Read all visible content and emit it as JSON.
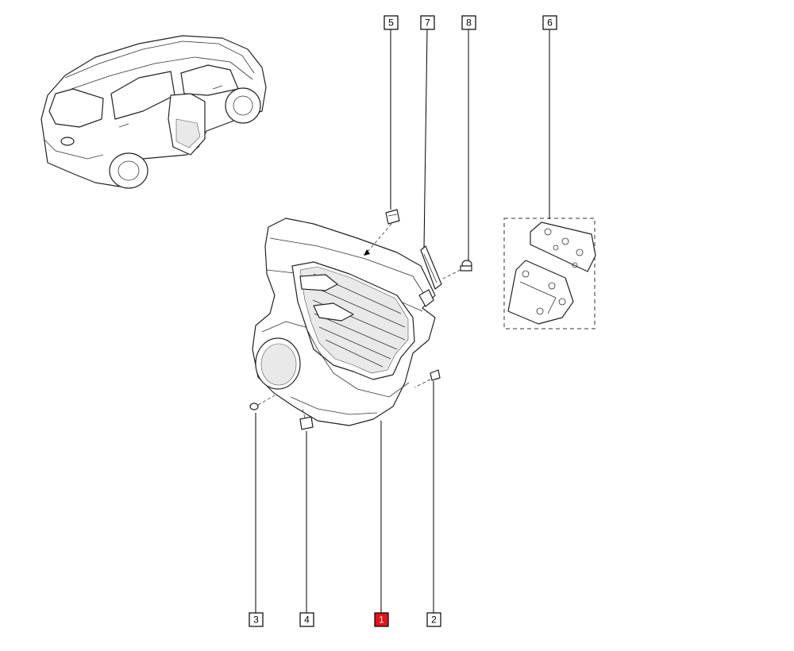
{
  "colors": {
    "highlight": "#e3121b",
    "line": "#000000",
    "background": "#ffffff"
  },
  "callouts": [
    {
      "label": "5"
    },
    {
      "label": "7"
    },
    {
      "label": "8"
    },
    {
      "label": "6"
    },
    {
      "label": "3"
    },
    {
      "label": "4"
    },
    {
      "label": "1",
      "highlighted": true
    },
    {
      "label": "2"
    }
  ]
}
